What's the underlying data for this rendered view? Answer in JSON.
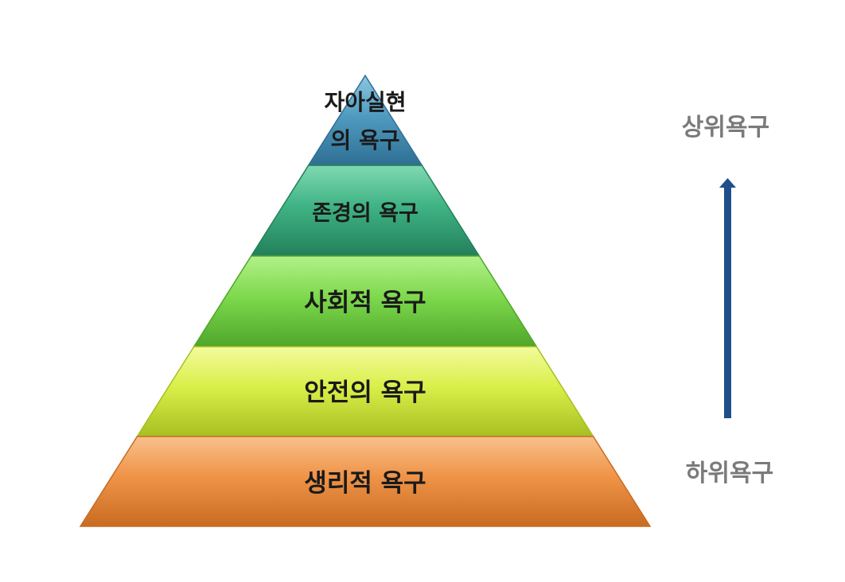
{
  "levels": [
    {
      "id": "self-actualization",
      "line1": "자아실현",
      "line2": "의 욕구",
      "color": "#4f9bbf",
      "dark": "#2f6f94",
      "light": "#8cc7e0"
    },
    {
      "id": "esteem",
      "line1": "존경의 욕구",
      "color": "#3fb384",
      "dark": "#23805a",
      "light": "#7fd9b1"
    },
    {
      "id": "social",
      "line1": "사회적 욕구",
      "color": "#7ed94d",
      "dark": "#4fa62a",
      "light": "#b3f08a"
    },
    {
      "id": "safety",
      "line1": "안전의 욕구",
      "color": "#d9ef49",
      "dark": "#a7bf21",
      "light": "#f3fb9c"
    },
    {
      "id": "physiological",
      "line1": "생리적 욕구",
      "color": "#ef9347",
      "dark": "#c86c22",
      "light": "#f8c08b"
    }
  ],
  "side_labels": {
    "upper": "상위욕구",
    "lower": "하위욕구"
  },
  "colors": {
    "arrow": "#1f4f8a",
    "side_text": "#7a7a7a"
  }
}
